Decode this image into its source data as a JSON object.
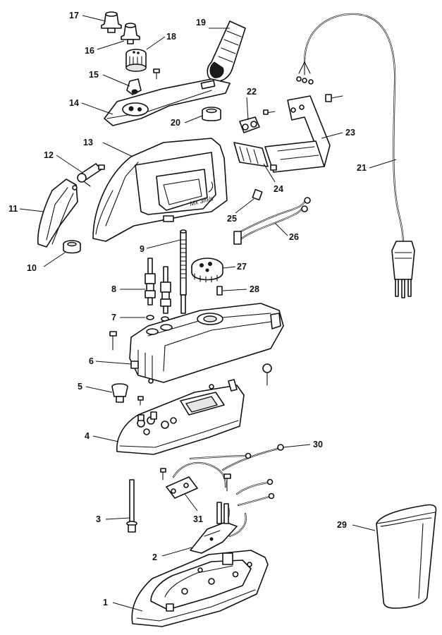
{
  "labels": [
    "1",
    "2",
    "3",
    "4",
    "5",
    "6",
    "7",
    "8",
    "9",
    "10",
    "11",
    "12",
    "13",
    "14",
    "15",
    "16",
    "17",
    "18",
    "19",
    "20",
    "21",
    "22",
    "23",
    "24",
    "25",
    "26",
    "27",
    "28",
    "29",
    "30",
    "31"
  ],
  "handwriting": "Mx 3m/s"
}
